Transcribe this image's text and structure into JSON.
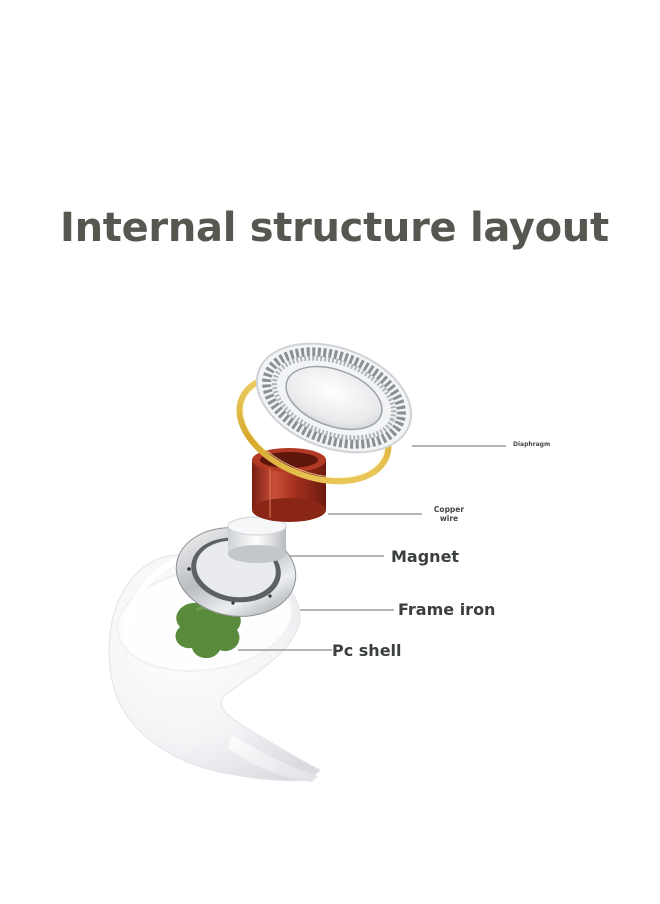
{
  "title": "Internal structure layout",
  "labels": {
    "diaphragm": "Diaphragm",
    "copper_wire_line1": "Copper",
    "copper_wire_line2": "wire",
    "magnet": "Magnet",
    "frame_iron": "Frame iron",
    "pc_shell": "Pc shell"
  },
  "colors": {
    "title_text": "#555850",
    "label_text": "#3b3f3e",
    "leader_line": "#8a8a8a",
    "copper_coil": "#a8321f",
    "gold_ring": "#e3c24a",
    "pc_shell_pad": "#5a8a3c",
    "earbud_shell": "#f4f5f7"
  }
}
